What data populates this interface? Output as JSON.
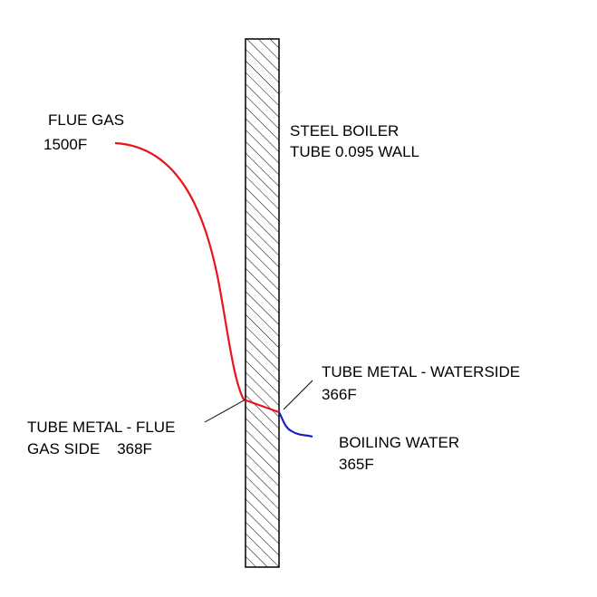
{
  "labels": {
    "flue_gas_title": "FLUE GAS",
    "flue_gas_temp": "1500F",
    "tube_title_line1": "STEEL BOILER",
    "tube_title_line2": "TUBE 0.095 WALL",
    "waterside_title": "TUBE METAL - WATERSIDE",
    "waterside_temp": "366F",
    "flue_side_line1": "TUBE METAL - FLUE",
    "flue_side_line2": "GAS SIDE    368F",
    "boiling_title": "BOILING WATER",
    "boiling_temp": "365F"
  },
  "colors": {
    "flue_gas_curve": "#e8141b",
    "water_curve": "#1a1fc4",
    "hatch": "#000000",
    "text": "#000000"
  }
}
